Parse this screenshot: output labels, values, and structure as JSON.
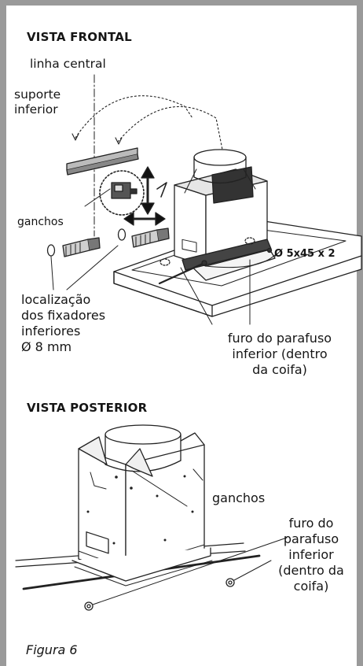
{
  "front": {
    "heading": "VISTA FRONTAL",
    "centerline_label": "linha central",
    "bracket_label": "suporte\ninferior",
    "hooks_label": "ganchos",
    "anchors_label": "localização\ndos fixadores\ninferiores\nØ 8 mm",
    "screw_spec": "Ø 5x45 x 2",
    "screw_hole_label": "furo do parafuso\ninferior (dentro\nda coifa)"
  },
  "rear": {
    "heading": "VISTA POSTERIOR",
    "hooks_label": "ganchos",
    "screw_hole_label": "furo do\nparafuso\ninferior\n(dentro da\ncoifa)"
  },
  "caption": "Figura 6"
}
